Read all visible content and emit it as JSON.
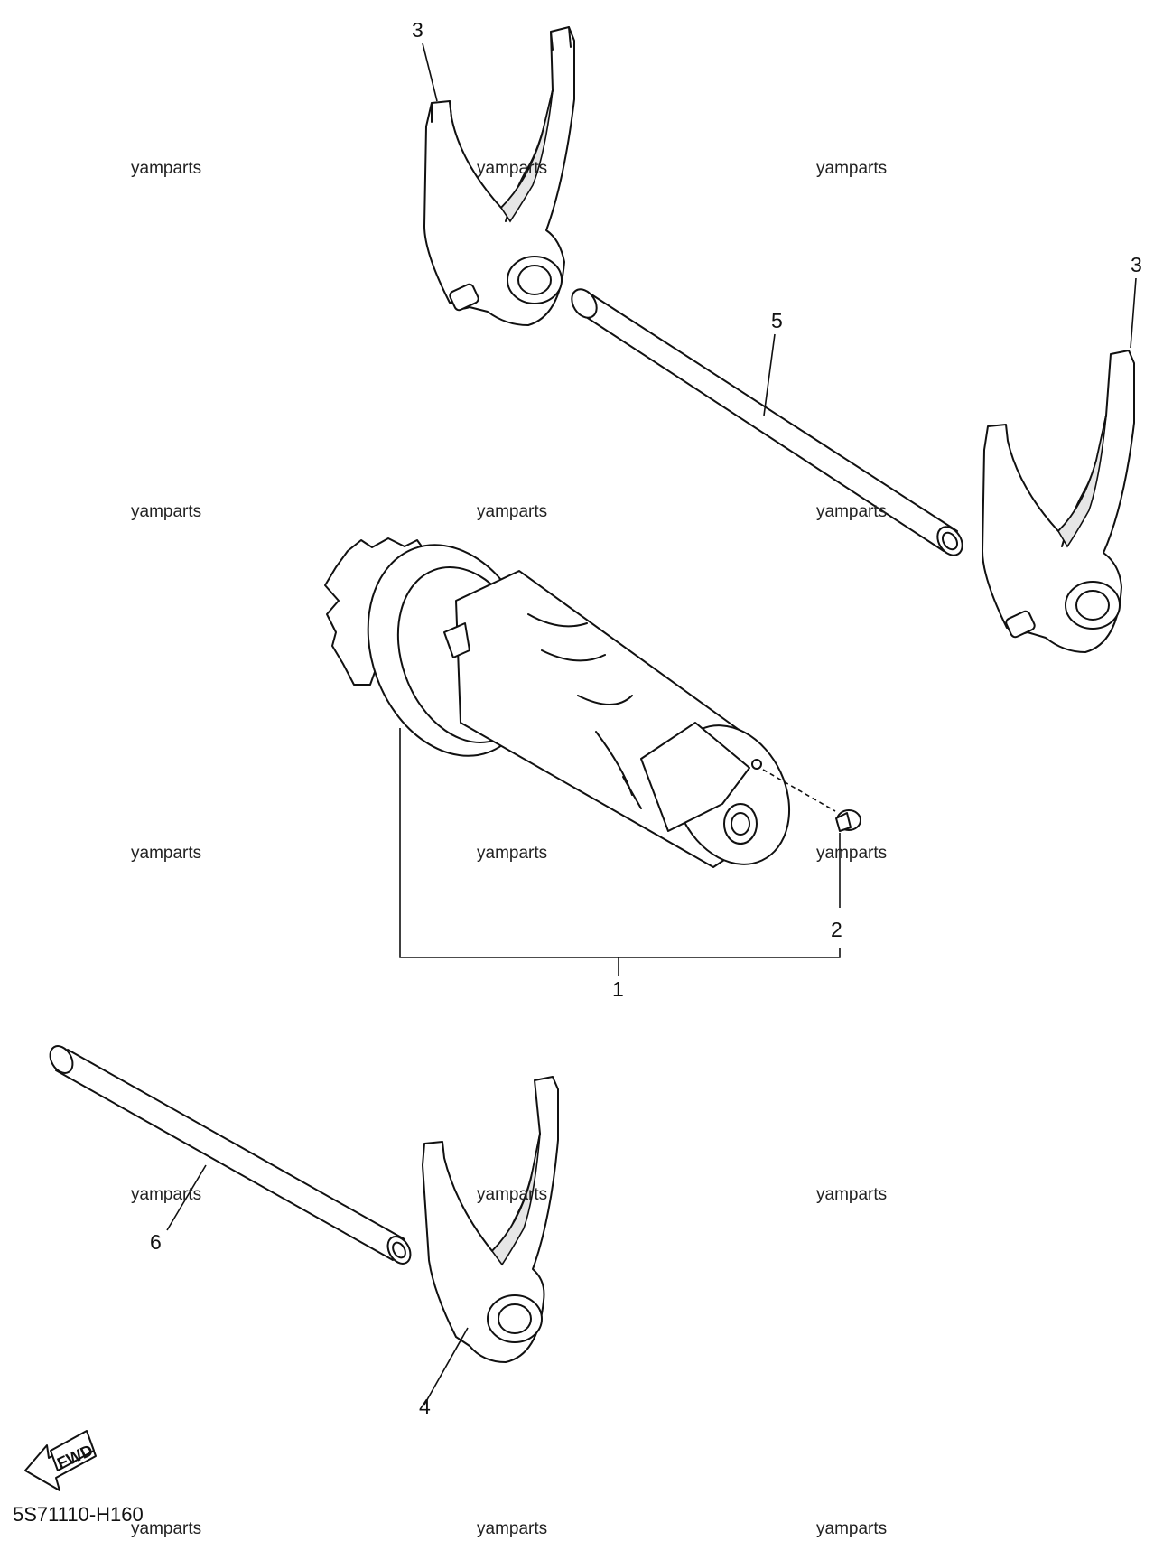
{
  "watermark": "yamparts",
  "callouts": {
    "c1": "1",
    "c2": "2",
    "c3a": "3",
    "c3b": "3",
    "c4": "4",
    "c5": "5",
    "c6": "6"
  },
  "fwd_label": "FWD",
  "diagram_code": "5S71110-H160"
}
